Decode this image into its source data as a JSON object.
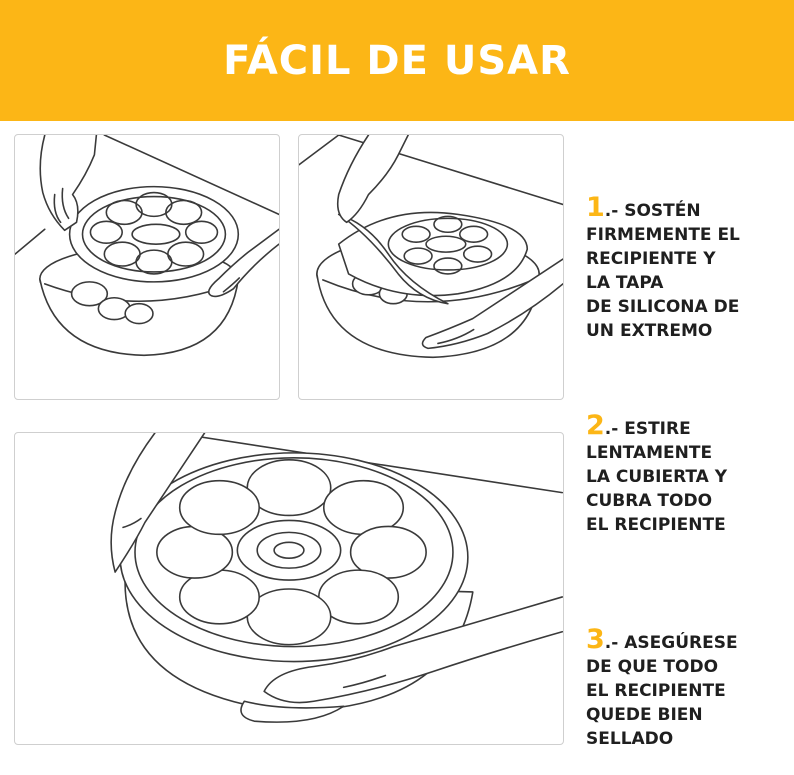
{
  "banner": {
    "title": "FÁCIL DE USAR",
    "color": "#FCB616"
  },
  "steps": [
    {
      "number": "1",
      "lines": [
        ".- SOSTÉN",
        "FIRMEMENTE EL",
        "RECIPIENTE Y",
        "LA TAPA",
        "DE SILICONA DE",
        "UN EXTREMO"
      ]
    },
    {
      "number": "2",
      "lines": [
        ".- ESTIRE",
        "LENTAMENTE",
        "LA CUBIERTA Y",
        "CUBRA TODO",
        "EL RECIPIENTE"
      ]
    },
    {
      "number": "3",
      "lines": [
        ".- ASEGÚRESE",
        "DE QUE TODO",
        "EL RECIPIENTE",
        "QUEDE BIEN",
        "SELLADO"
      ]
    }
  ],
  "icons": {
    "panel_1": "hand-holding-lid-over-bowl-illustration",
    "panel_2": "hand-stretching-lid-over-bowl-illustration",
    "panel_3": "hands-sealing-flower-lid-illustration"
  }
}
